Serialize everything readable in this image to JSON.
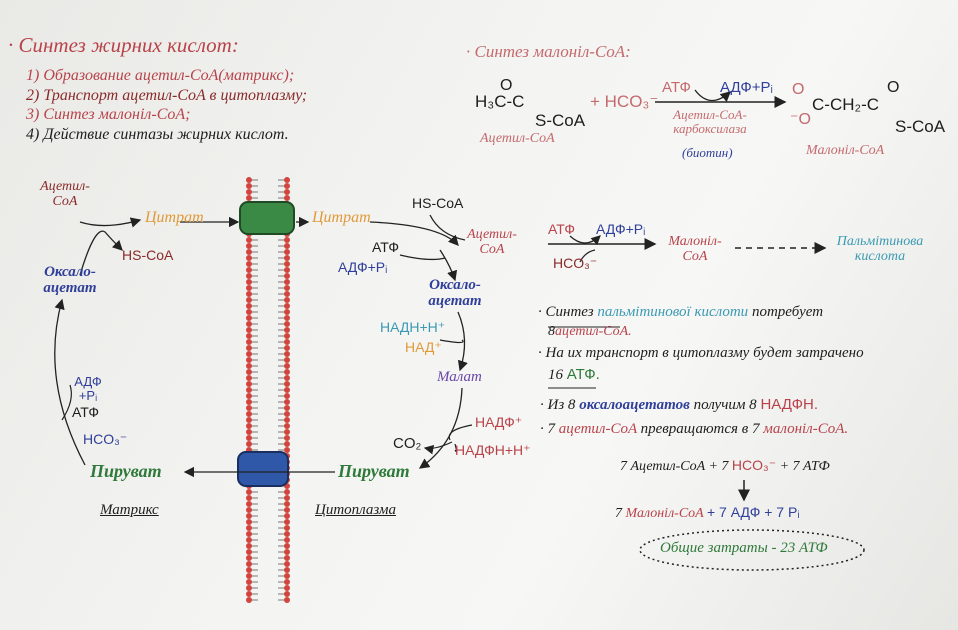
{
  "colors": {
    "red": "#b8434a",
    "blue": "#2f3f9a",
    "green": "#2f7a3a",
    "orange": "#e09a3a",
    "teal": "#3a9ab3",
    "purple": "#6a45a8"
  },
  "outline": {
    "title": "· Синтез жирних кислот:",
    "items": [
      "1) Образование ацетил-CoA(матрикс);",
      "2) Транспорт ацетил-CoA в цитоплазму;",
      "3) Синтез малоніл-CoA;",
      "4) Действие синтазы жирних кислот."
    ]
  },
  "malonyl": {
    "title": "· Синтез малоніл-CoA:",
    "acetyl_formula_a": "H₃C-C",
    "acetyl_o": "O",
    "acetyl_formula_b": "S-CoA",
    "acetyl_name": "Ацетил-CoA",
    "plus_hco3": "+ HCO₃⁻",
    "atp": "АТФ",
    "adp": "АДФ+Pᵢ",
    "enzyme": "Ацетил-CoA-карбоксилаза",
    "cofactor": "(биотин)",
    "product_a": "⁻O",
    "product_o1": "O",
    "product_b": "C-CH₂-C",
    "product_o2": "O",
    "product_c": "S-CoA",
    "product_name": "Малоніл-CoA"
  },
  "diagram": {
    "acetyl_left": "Ацетил-CoA",
    "citrate_left": "Цитрат",
    "hscoa_left": "HS-CoA",
    "oxalo_left": "Оксало-ацетат",
    "citrate_right": "Цитрат",
    "hscoa_right": "HS-CoA",
    "atp": "АТФ",
    "adp": "АДФ+Pᵢ",
    "acetyl_right": "Ацетил-CoA",
    "oxalo_right": "Оксало-ацетат",
    "nadh": "НАДН+Н⁺",
    "nad": "НАД⁺",
    "malate": "Малат",
    "nadp": "НАДФ⁺",
    "co2": "CO₂",
    "nadph": "НАДФН+Н⁺",
    "pyruvate_right": "Пируват",
    "cytoplasm": "Цитоплазма",
    "pyruvate_left": "Пируват",
    "matrix": "Матрикс",
    "adp_left": "АДФ +Pᵢ",
    "atp_left": "АТФ",
    "hco3_left": "HCO₃⁻"
  },
  "pathway": {
    "atp": "АТФ",
    "adp": "АДФ+Pᵢ",
    "hco3": "HCO₃⁻",
    "malonyl": "Малоніл-CoA",
    "palmitic": "Пальмітинова кислота"
  },
  "notes": {
    "n1a": "· Синтез",
    "n1b": "пальмітинової кислоти",
    "n1c": "потребует",
    "n1d": "8",
    "n1e": "ацетил-CoA.",
    "n2a": "· На их транспорт в цитоплазму будет затрачено",
    "n2b": "16",
    "n2c": "АТФ.",
    "n3a": "· Из 8",
    "n3b": "оксалоацетатов",
    "n3c": "получим 8",
    "n3d": "НАДФН.",
    "n4a": "· 7",
    "n4b": "ацетил-CoA",
    "n4c": "превращаются в 7",
    "n4d": "малоніл-CoA."
  },
  "summary": {
    "eq1a": "7 Ацетил-CoA + 7",
    "eq1b": "HCO₃⁻",
    "eq1c": "+ 7 АТФ",
    "eq2a": "7",
    "eq2b": "Малоніл-CoA",
    "eq2c": "+ 7 АДФ + 7 Pᵢ",
    "total": "Общие затраты - 23 АТФ"
  }
}
